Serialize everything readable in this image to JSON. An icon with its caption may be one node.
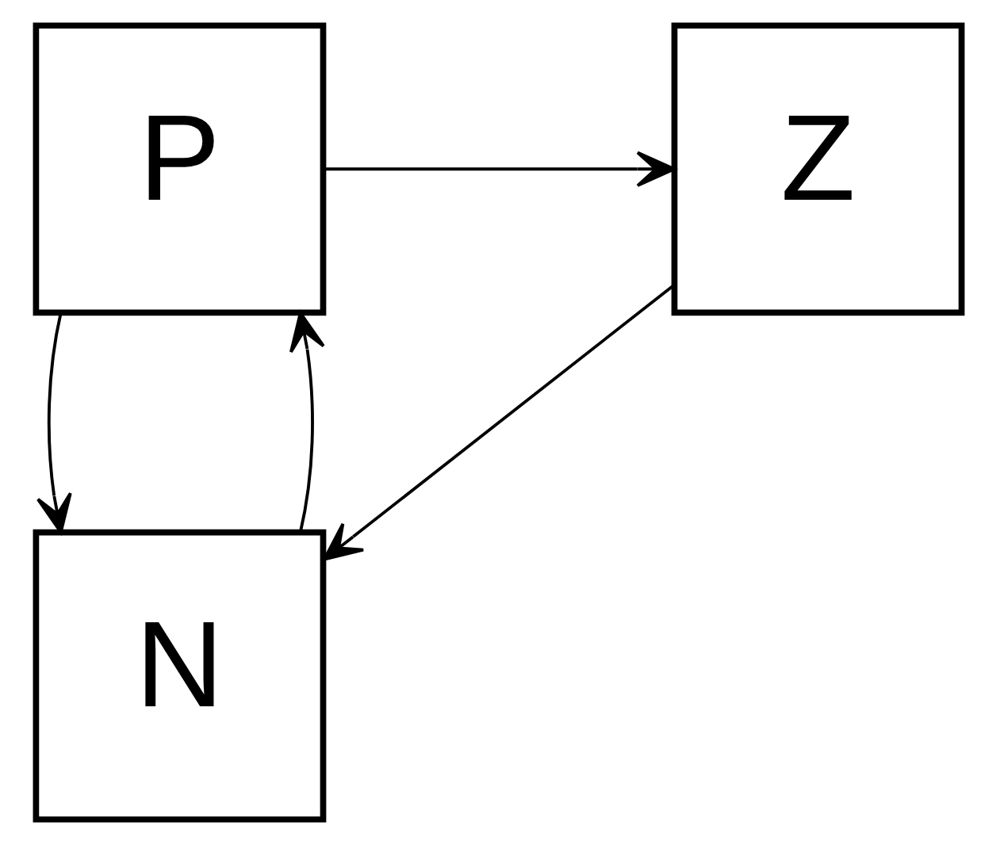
{
  "diagram": {
    "nodes": [
      {
        "text": [
          "P"
        ]
      },
      {
        "text": [
          "Z"
        ]
      },
      {
        "text": [
          "N"
        ]
      }
    ],
    "edges": [
      {
        "from": 0,
        "to": 1,
        "arrow": "to"
      },
      {
        "from": 0,
        "to": 2,
        "arrow": "to"
      },
      {
        "from": 2,
        "to": 0,
        "arrow": "to"
      },
      {
        "from": 1,
        "to": 2,
        "arrow": "to"
      }
    ]
  }
}
